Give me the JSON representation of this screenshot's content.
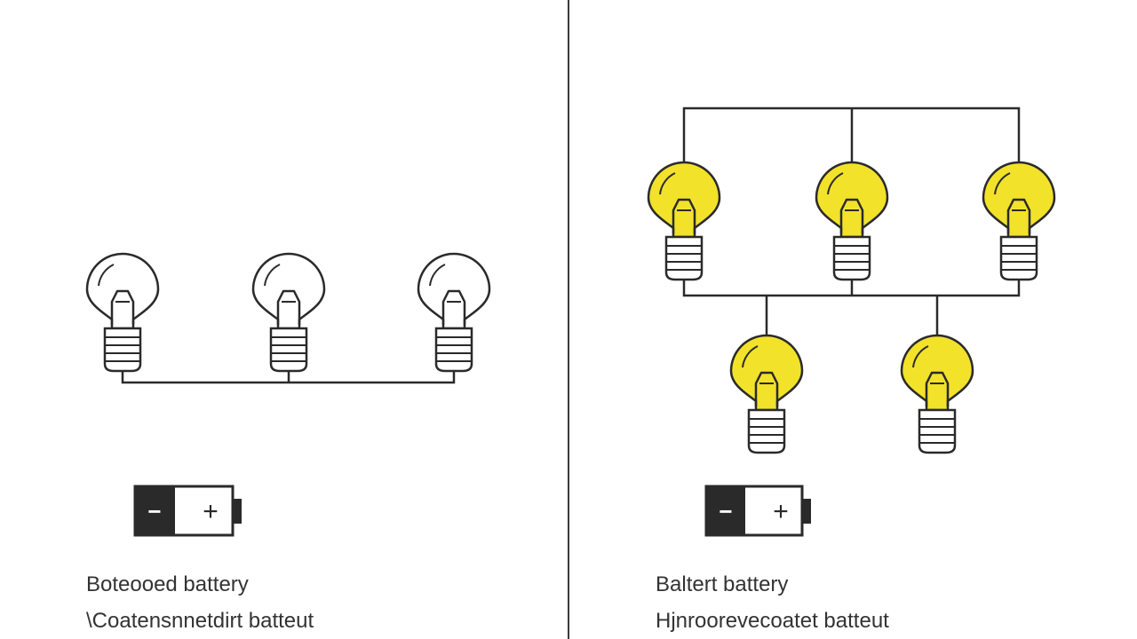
{
  "left_panel": {
    "caption_primary": "Boteooed battery",
    "caption_secondary": "\\Coatensnnetdirt batteut",
    "bulbs_lit": false,
    "bulb_count": 3
  },
  "right_panel": {
    "caption_primary": "Baltert battery",
    "caption_secondary": "Hjnroorevecoatet batteut",
    "bulbs_lit": true,
    "bulb_count": 5
  },
  "battery": {
    "negative_symbol": "−",
    "positive_symbol": "+"
  },
  "colors": {
    "stroke": "#2a2a2a",
    "bulb_lit_fill": "#f2e22a",
    "bulb_off_fill": "#ffffff",
    "battery_negative_fill": "#2a2a2a",
    "divider": "#3a3a3a"
  }
}
